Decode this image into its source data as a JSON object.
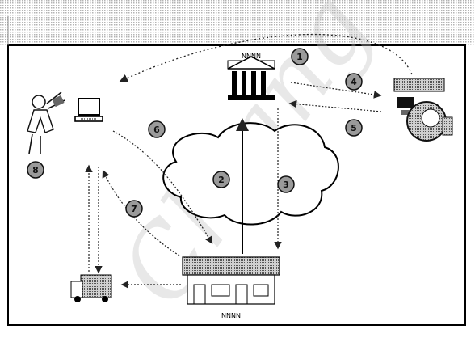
{
  "diagram": {
    "bank_label": "NNNN",
    "shop_label": "NNNN",
    "watermark": "Chiang",
    "steps": [
      {
        "id": "1",
        "label": "1"
      },
      {
        "id": "2",
        "label": "2"
      },
      {
        "id": "3",
        "label": "3"
      },
      {
        "id": "4",
        "label": "4"
      },
      {
        "id": "5",
        "label": "5"
      },
      {
        "id": "6",
        "label": "6"
      },
      {
        "id": "7",
        "label": "7"
      },
      {
        "id": "8",
        "label": "8"
      }
    ],
    "colors": {
      "background": "#ffffff",
      "frame": "#000000",
      "line": "#222222",
      "badge_fill": "#9a9a9a",
      "badge_text": "#111111",
      "watermark": "#bfbfbf",
      "halftone": "#8a8a8a"
    }
  }
}
